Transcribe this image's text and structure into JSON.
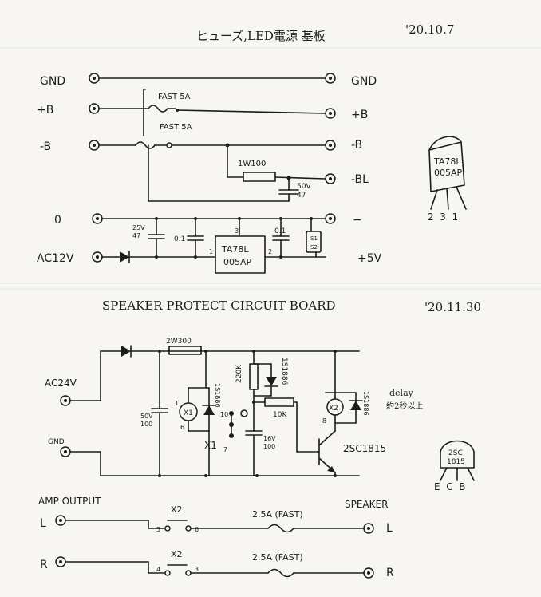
{
  "board1": {
    "title": "ヒューズ,LED電源 基板",
    "date": "'20.10.7",
    "inputs": {
      "gnd": "GND",
      "b": "+B",
      "mb": "-B",
      "zero": "0",
      "ac": "AC12V"
    },
    "outputs": {
      "gnd": "GND",
      "b": "+B",
      "mb": "-B",
      "mbl": "-BL",
      "minus": "−",
      "v5": "+5V"
    },
    "fuse1": "FAST 5A",
    "fuse2": "FAST 5A",
    "res": "1W100",
    "cap1": "50V",
    "cap1b": "47",
    "cap2a": "25V",
    "cap2b": "47",
    "c01a": "0.1",
    "c01b": "0.1",
    "reg1": "TA78L",
    "reg2": "005AP",
    "pin1": "1",
    "pin2": "2",
    "pin3": "3",
    "pkg1": "TA78L",
    "pkg2": "005AP",
    "pkgpins": "2  3  1",
    "led1": "S1",
    "led2": "S2"
  },
  "board2": {
    "title": "SPEAKER PROTECT CIRCUIT BOARD",
    "date": "'20.11.30",
    "ac": "AC24V",
    "gnd": "GND",
    "r1": "2W300",
    "r2": "220K",
    "d1": "1S1886",
    "d2": "1S1886",
    "d3": "1S1886",
    "c1a": "50V",
    "c1b": "100",
    "c2a": "16V",
    "c2b": "100",
    "r3": "10K",
    "x1": "X1",
    "x1b": "X1",
    "x2": "X2",
    "n1": "1",
    "n6": "6",
    "n10": "10",
    "n7": "7",
    "n8": "8",
    "delay1": "delay",
    "delay2": "約2秒以上",
    "tr": "2SC1815",
    "pkgtop": "2SC",
    "pkgbot": "1815",
    "pkgpins": "E  C  B",
    "amp": "AMP OUTPUT",
    "speaker": "SPEAKER",
    "l": "L",
    "r": "R",
    "lout": "L",
    "rout": "R",
    "x2l": "X2",
    "x2r": "X2",
    "p5": "5",
    "p6": "6",
    "p4": "4",
    "p3": "3",
    "fuse": "2.5A (FAST)",
    "fuseb": "2.5A (FAST)"
  }
}
